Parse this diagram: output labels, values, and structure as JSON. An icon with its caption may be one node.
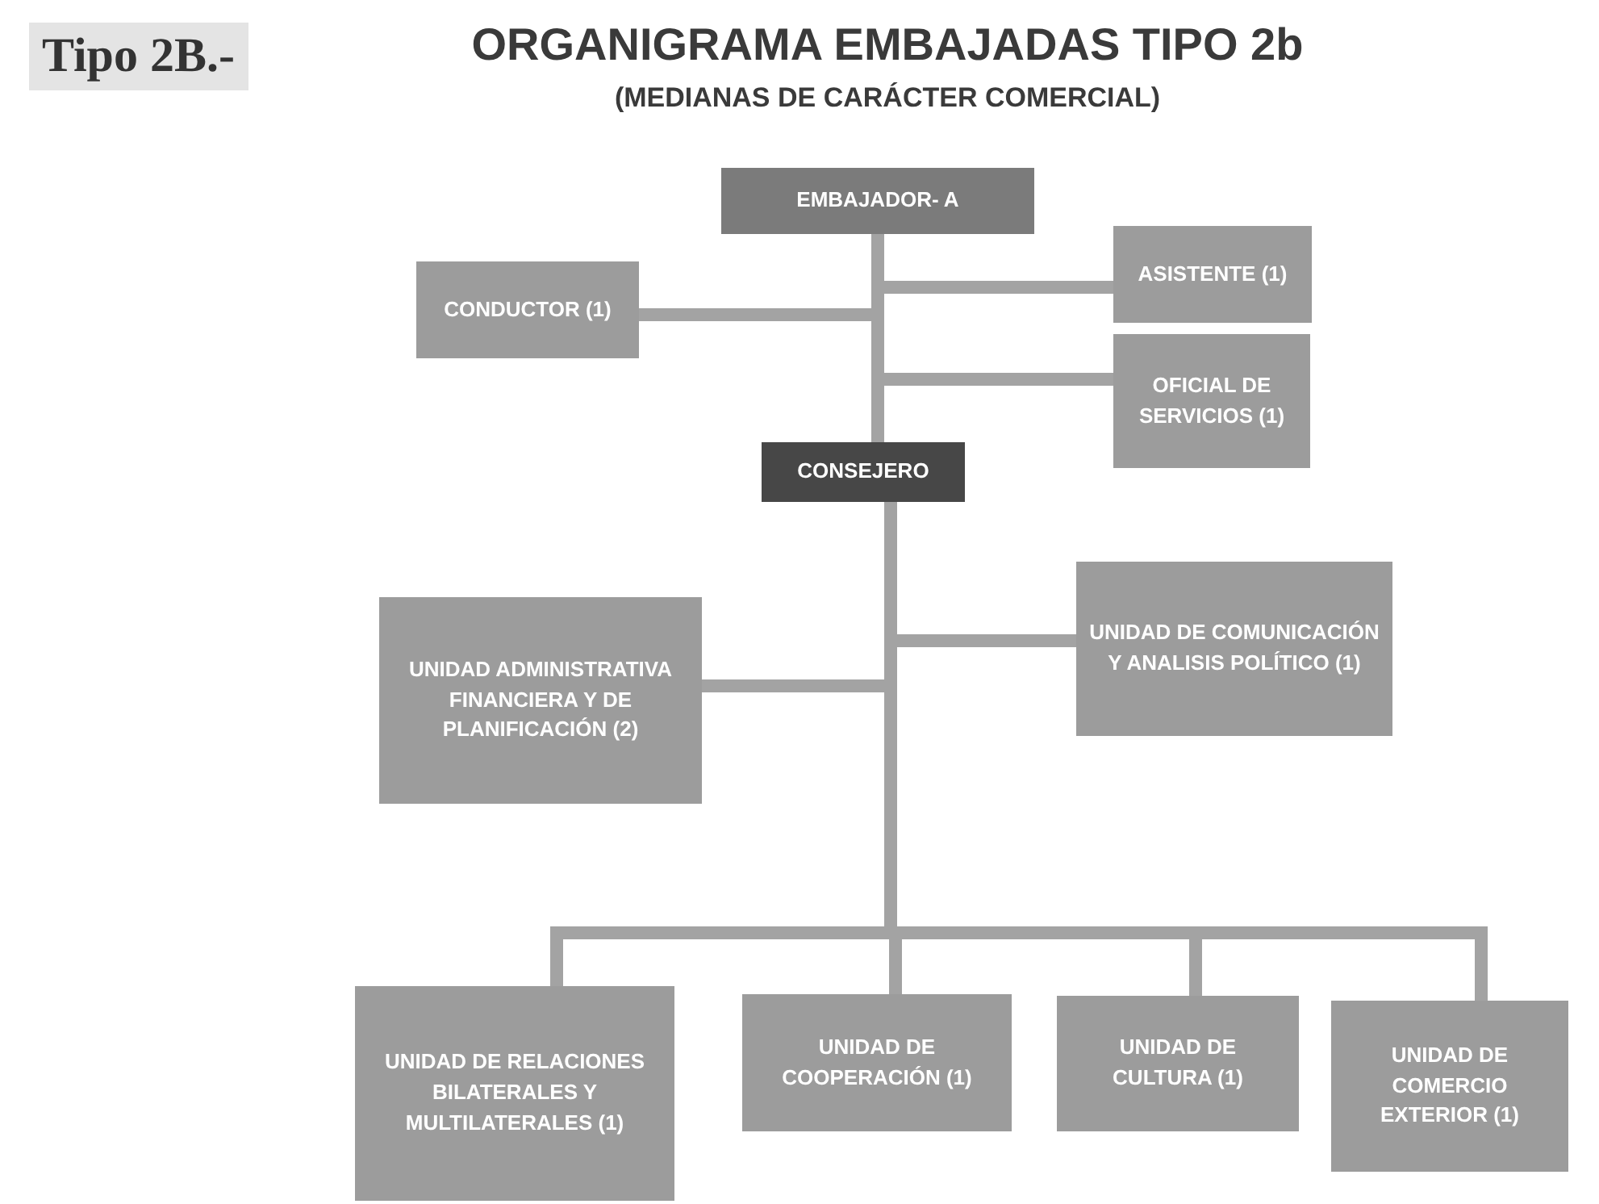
{
  "diagram": {
    "title": "ORGANIGRAMA EMBAJADAS TIPO 2b",
    "nodes": [
      {
        "text": [
          "EMBAJADOR- A"
        ]
      },
      {
        "text": [
          "CONDUCTOR (1)"
        ]
      },
      {
        "text": [
          "ASISTENTE (1)"
        ]
      },
      {
        "text": [
          "OFICIAL DE SERVICIOS (1)"
        ]
      },
      {
        "text": [
          "CONSEJERO"
        ]
      },
      {
        "text": [
          "UNIDAD ADMINISTRATIVA FINANCIERA Y DE PLANIFICACIÓN (2)"
        ]
      },
      {
        "text": [
          "UNIDAD DE COMUNICACIÓN Y ANALISIS POLÍTICO (1)"
        ]
      },
      {
        "text": [
          "UNIDAD DE RELACIONES BILATERALES Y MULTILATERALES (1)"
        ]
      },
      {
        "text": [
          "UNIDAD DE COOPERACIÓN (1)"
        ]
      },
      {
        "text": [
          "UNIDAD DE CULTURA (1)"
        ]
      },
      {
        "text": [
          "UNIDAD DE COMERCIO EXTERIOR (1)"
        ]
      }
    ],
    "edges": [
      {
        "from": 0,
        "to": 1,
        "arrow": "none"
      },
      {
        "from": 0,
        "to": 2,
        "arrow": "none"
      },
      {
        "from": 0,
        "to": 3,
        "arrow": "none"
      },
      {
        "from": 0,
        "to": 4,
        "arrow": "none"
      },
      {
        "from": 4,
        "to": 5,
        "arrow": "none"
      },
      {
        "from": 4,
        "to": 6,
        "arrow": "none"
      },
      {
        "from": 4,
        "to": 7,
        "arrow": "none"
      },
      {
        "from": 4,
        "to": 8,
        "arrow": "none"
      },
      {
        "from": 4,
        "to": 9,
        "arrow": "none"
      },
      {
        "from": 4,
        "to": 10,
        "arrow": "none"
      }
    ],
    "labels": [
      "Tipo 2B.-",
      "(MEDIANAS DE CARÁCTER COMERCIAL)"
    ]
  }
}
